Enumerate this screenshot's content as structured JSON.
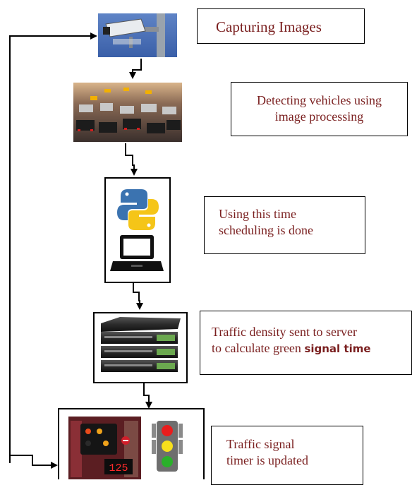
{
  "steps": [
    {
      "id": "capture",
      "lines": [
        "Capturing Images"
      ]
    },
    {
      "id": "detect",
      "lines": [
        "Detecting vehicles using",
        "image processing"
      ]
    },
    {
      "id": "schedule",
      "lines": [
        "Using this time",
        "scheduling is done"
      ]
    },
    {
      "id": "server",
      "line1": "Traffic density sent to server",
      "line2_prefix": "to calculate green ",
      "line2_emph": "signal time"
    },
    {
      "id": "update",
      "lines": [
        "Traffic signal",
        "timer is updated"
      ]
    }
  ],
  "icons": [
    "cctv-camera-image",
    "traffic-jam-image",
    "python-logo-icon",
    "laptop-icon",
    "server-rack-icon",
    "traffic-signal-timer-image",
    "traffic-light-icon"
  ],
  "signal_timer_display": "125",
  "colors": {
    "label_text": "#7a1f1f",
    "line": "#000000"
  }
}
